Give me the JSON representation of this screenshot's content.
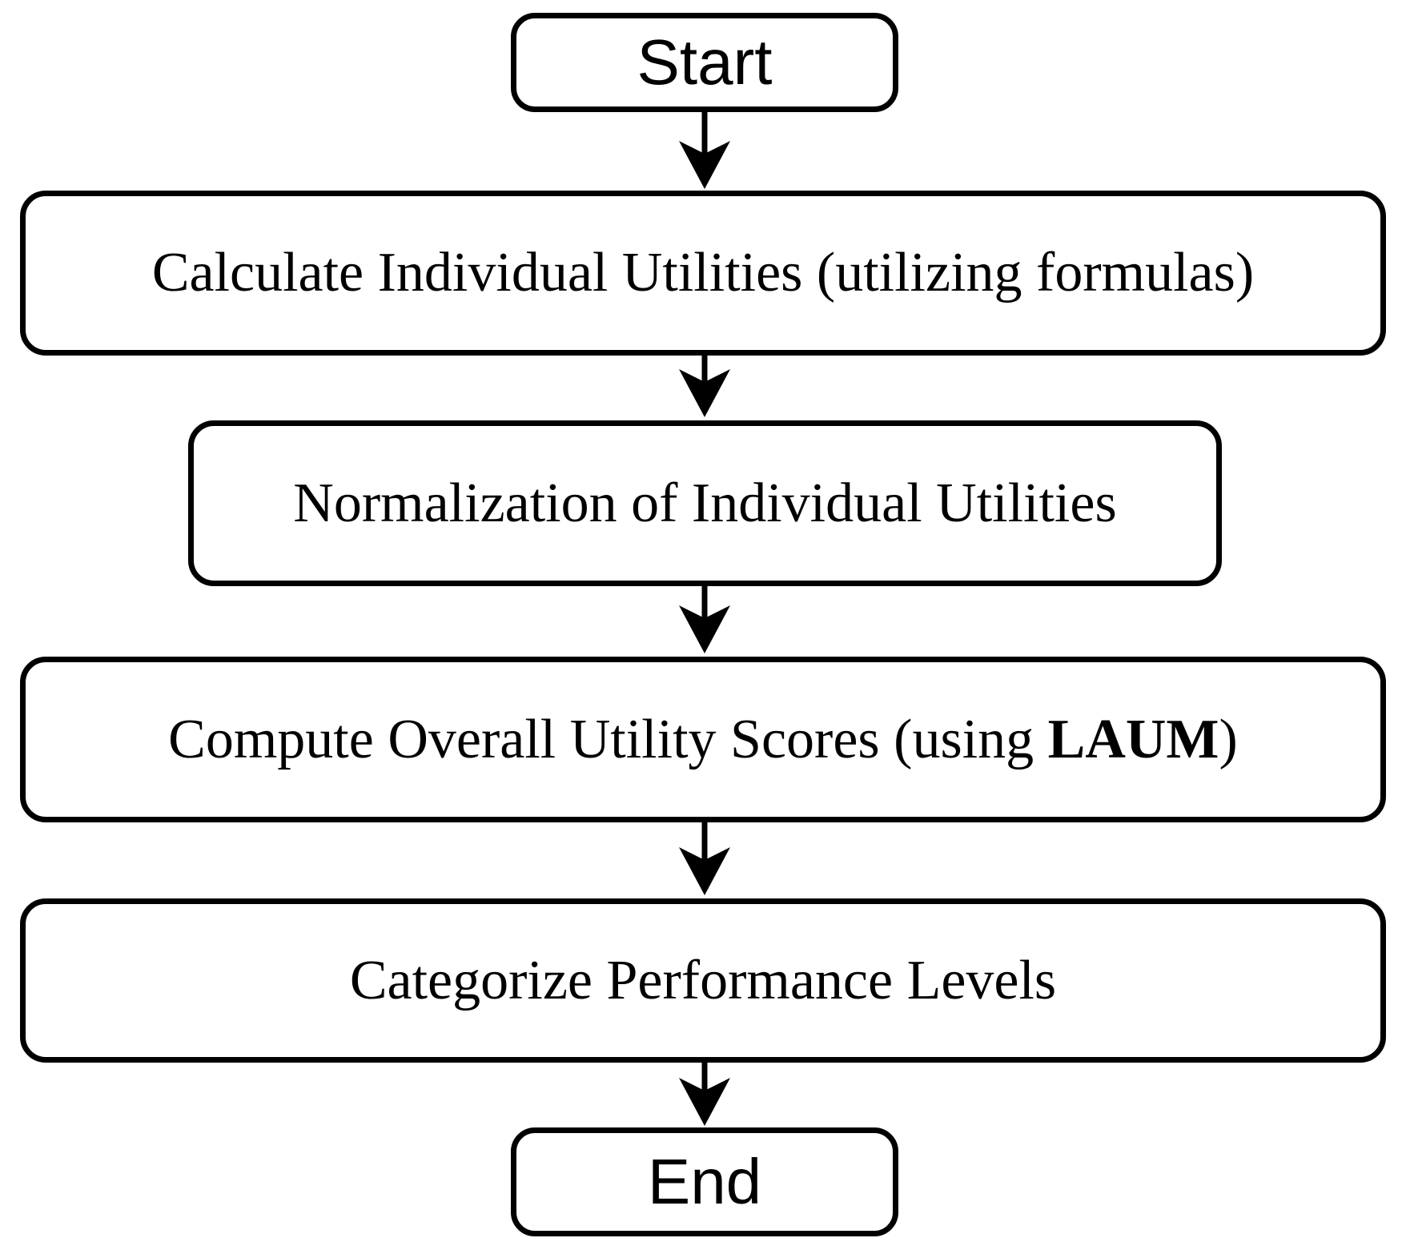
{
  "figure": {
    "type": "flowchart",
    "direction": "top-down",
    "colors": {
      "background": "#ffffff",
      "node_fill": "#ffffff",
      "node_border": "#000000",
      "arrow": "#000000",
      "text": "#000000"
    },
    "nodes": [
      {
        "id": "start",
        "role": "terminator",
        "label": "Start"
      },
      {
        "id": "calc-utilities",
        "role": "process",
        "label": "Calculate Individual Utilities (utilizing formulas)"
      },
      {
        "id": "normalization",
        "role": "process",
        "label": "Normalization of Individual Utilities"
      },
      {
        "id": "overall-scores",
        "role": "process",
        "label_prefix": "Compute Overall Utility Scores (using ",
        "label_bold": "LAUM",
        "label_suffix": ")"
      },
      {
        "id": "categorize",
        "role": "process",
        "label": "Categorize Performance Levels"
      },
      {
        "id": "end",
        "role": "terminator",
        "label": "End"
      }
    ],
    "edges": [
      {
        "from": "start",
        "to": "calc-utilities"
      },
      {
        "from": "calc-utilities",
        "to": "normalization"
      },
      {
        "from": "normalization",
        "to": "overall-scores"
      },
      {
        "from": "overall-scores",
        "to": "categorize"
      },
      {
        "from": "categorize",
        "to": "end"
      }
    ]
  }
}
